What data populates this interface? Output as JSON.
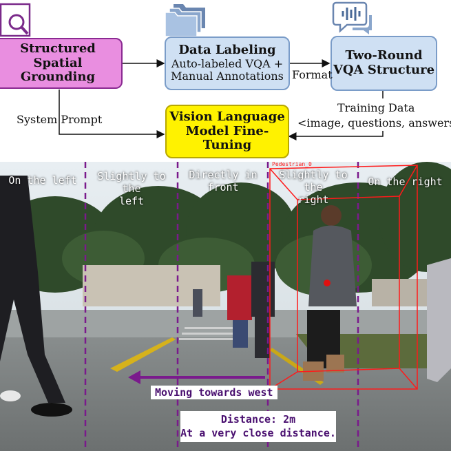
{
  "pipeline": {
    "structured_spatial_grounding": {
      "line1": "Structured",
      "line2": "Spatial Grounding",
      "color": "#e98ee0"
    },
    "data_labeling": {
      "title": "Data Labeling",
      "line1": "Auto-labeled VQA +",
      "line2": "Manual Annotations",
      "color": "#cfe0f3"
    },
    "two_round": {
      "line1": "Two-Round",
      "line2": "VQA Structure",
      "color": "#cfe0f3"
    },
    "vlm_finetune": {
      "line1": "Vision Language",
      "line2": "Model Fine-Tuning",
      "color": "#fff200"
    },
    "format_label": "Format",
    "system_prompt_label": "System Prompt",
    "training_data_label": "Training Data",
    "training_data_tuple": "<image, questions, answers>"
  },
  "scene": {
    "zones": [
      {
        "line1": "On the left",
        "line2": ""
      },
      {
        "line1": "Slightly to the",
        "line2": "left"
      },
      {
        "line1": "Directly in",
        "line2": "front"
      },
      {
        "line1": "Slightly to the",
        "line2": "right"
      },
      {
        "line1": "On the right",
        "line2": ""
      }
    ],
    "object_label": "Pedestrian_0",
    "motion_label": "Moving towards west",
    "distance_line1": "Distance: 2m",
    "distance_line2": "At a very close distance.",
    "accent_color": "#7a1a8c",
    "box_color": "#ff1a1a"
  },
  "icons": [
    "magnifier-icon",
    "folders-icon",
    "chat-waveform-icon"
  ]
}
